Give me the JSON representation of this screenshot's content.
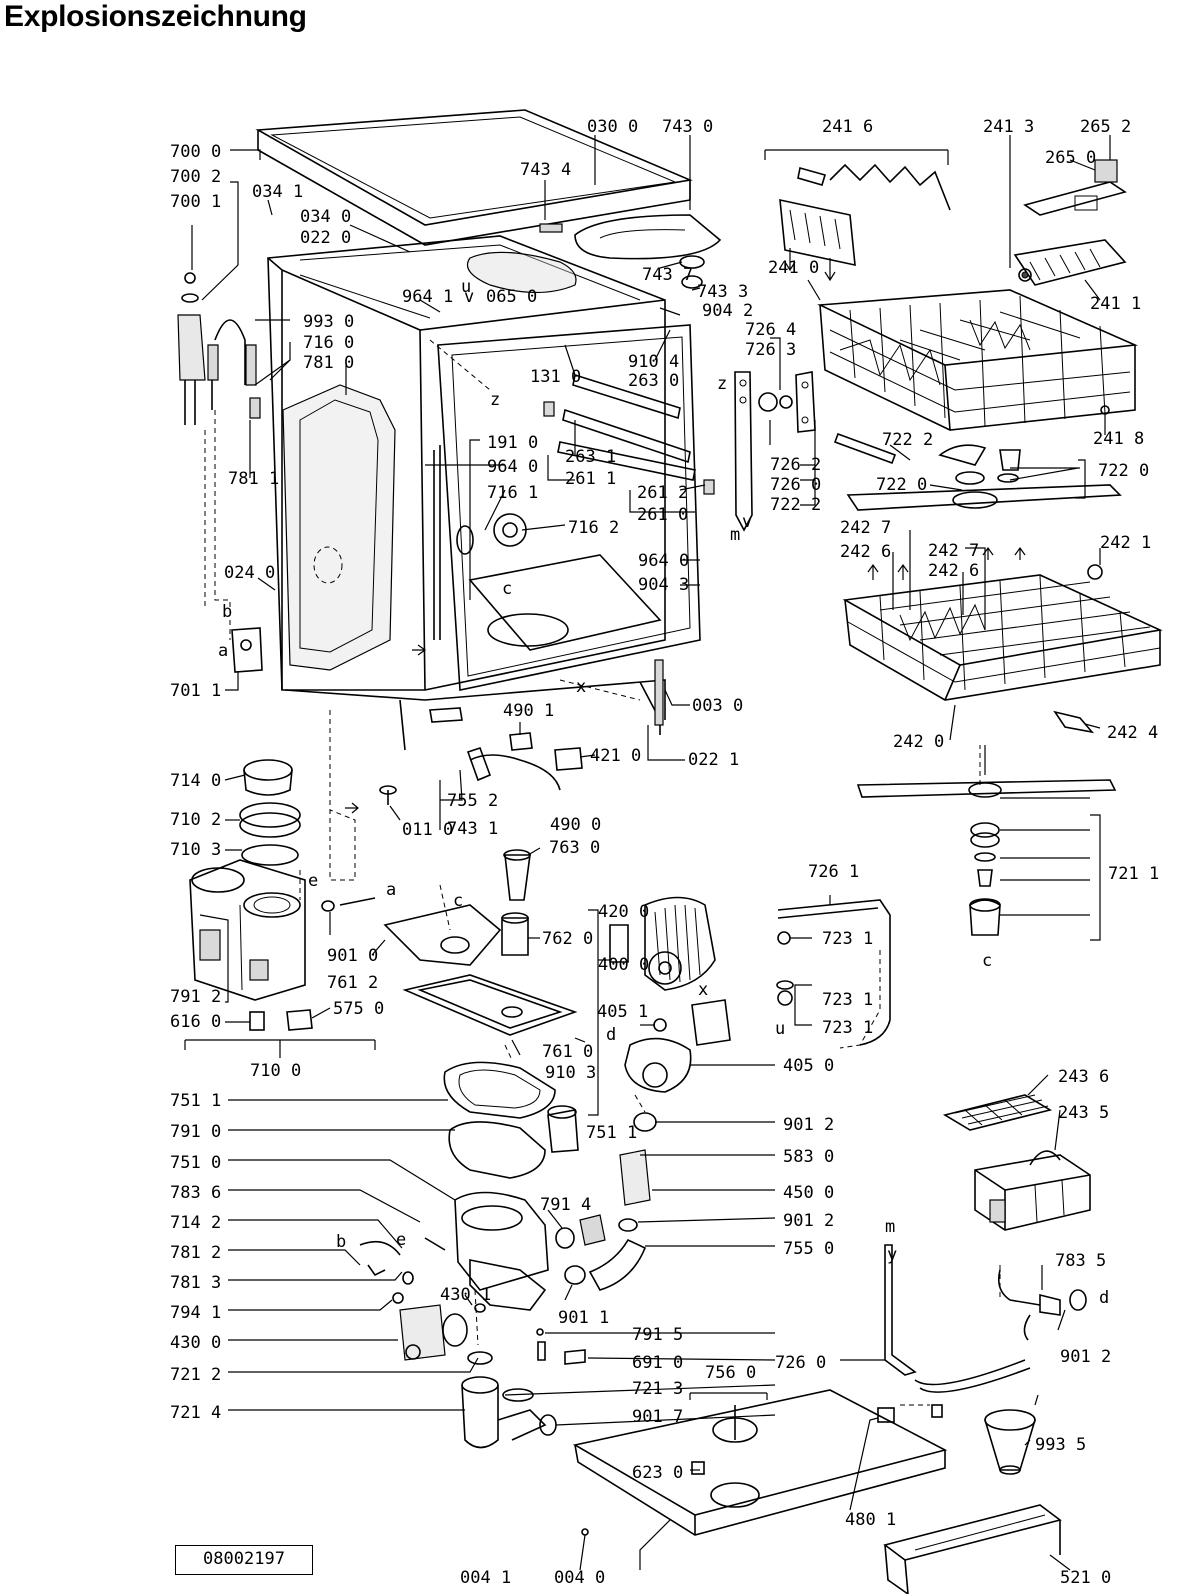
{
  "title": "Explosionszeichnung",
  "drawing_code": "08002197",
  "parts": [
    {
      "id": "p0300",
      "label": "030 0"
    },
    {
      "id": "p7430",
      "label": "743 0"
    },
    {
      "id": "p2416",
      "label": "241 6"
    },
    {
      "id": "p2413",
      "label": "241 3"
    },
    {
      "id": "p2652",
      "label": "265 2"
    },
    {
      "id": "p2650",
      "label": "265 0"
    },
    {
      "id": "p7000",
      "label": "700 0"
    },
    {
      "id": "p7002",
      "label": "700 2"
    },
    {
      "id": "p7001",
      "label": "700 1"
    },
    {
      "id": "p0341",
      "label": "034 1"
    },
    {
      "id": "p0340",
      "label": "034 0"
    },
    {
      "id": "p0220",
      "label": "022 0"
    },
    {
      "id": "p7434",
      "label": "743 4"
    },
    {
      "id": "p7437",
      "label": "743 7"
    },
    {
      "id": "p7433",
      "label": "743 3"
    },
    {
      "id": "p2410",
      "label": "241 0"
    },
    {
      "id": "p2411",
      "label": "241 1"
    },
    {
      "id": "p9641",
      "label": "964 1"
    },
    {
      "id": "p0650",
      "label": "065 0"
    },
    {
      "id": "p9042",
      "label": "904 2"
    },
    {
      "id": "p7264",
      "label": "726 4"
    },
    {
      "id": "p7263",
      "label": "726 3"
    },
    {
      "id": "p9930",
      "label": "993 0"
    },
    {
      "id": "p7160",
      "label": "716 0"
    },
    {
      "id": "p7810",
      "label": "781 0"
    },
    {
      "id": "p9104",
      "label": "910 4"
    },
    {
      "id": "p2630",
      "label": "263 0"
    },
    {
      "id": "p1310",
      "label": "131 0"
    },
    {
      "id": "p2418",
      "label": "241 8"
    },
    {
      "id": "p7222",
      "label": "722 2"
    },
    {
      "id": "p7220",
      "label": "722 0"
    },
    {
      "id": "p7811",
      "label": "781 1"
    },
    {
      "id": "p1910",
      "label": "191 0"
    },
    {
      "id": "p9640",
      "label": "964 0"
    },
    {
      "id": "p2631",
      "label": "263 1"
    },
    {
      "id": "p2611",
      "label": "261 1"
    },
    {
      "id": "p7161",
      "label": "716 1"
    },
    {
      "id": "p2612",
      "label": "261 2"
    },
    {
      "id": "p2610",
      "label": "261 0"
    },
    {
      "id": "p7162",
      "label": "716 2"
    },
    {
      "id": "p7262",
      "label": "726 2"
    },
    {
      "id": "p7260",
      "label": "726 0"
    },
    {
      "id": "p72222",
      "label": "722 2"
    },
    {
      "id": "p7220b",
      "label": "722 0"
    },
    {
      "id": "p2427",
      "label": "242 7"
    },
    {
      "id": "p2426",
      "label": "242 6"
    },
    {
      "id": "p2427b",
      "label": "242 7"
    },
    {
      "id": "p2426b",
      "label": "242 6"
    },
    {
      "id": "p2421",
      "label": "242 1"
    },
    {
      "id": "p9640b",
      "label": "964 0"
    },
    {
      "id": "p9043",
      "label": "904 3"
    },
    {
      "id": "p0240",
      "label": "024 0"
    },
    {
      "id": "p7011",
      "label": "701 1"
    },
    {
      "id": "p0030",
      "label": "003 0"
    },
    {
      "id": "p4901",
      "label": "490 1"
    },
    {
      "id": "p4210",
      "label": "421 0"
    },
    {
      "id": "p0221",
      "label": "022 1"
    },
    {
      "id": "p2420",
      "label": "242 0"
    },
    {
      "id": "p2424",
      "label": "242 4"
    },
    {
      "id": "p7140",
      "label": "714 0"
    },
    {
      "id": "p7102",
      "label": "710 2"
    },
    {
      "id": "p7103",
      "label": "710 3"
    },
    {
      "id": "p7552",
      "label": "755 2"
    },
    {
      "id": "p7431",
      "label": "743 1"
    },
    {
      "id": "p0110",
      "label": "011 0"
    },
    {
      "id": "p4900",
      "label": "490 0"
    },
    {
      "id": "p7630",
      "label": "763 0"
    },
    {
      "id": "p7211",
      "label": "721 1"
    },
    {
      "id": "p7261",
      "label": "726 1"
    },
    {
      "id": "p7231",
      "label": "723 1"
    },
    {
      "id": "p7231b",
      "label": "723 1"
    },
    {
      "id": "p7231c",
      "label": "723 1"
    },
    {
      "id": "p9010",
      "label": "901 0"
    },
    {
      "id": "p7612",
      "label": "761 2"
    },
    {
      "id": "p7620",
      "label": "762 0"
    },
    {
      "id": "p4200",
      "label": "420 0"
    },
    {
      "id": "p4000",
      "label": "400 0"
    },
    {
      "id": "p7912",
      "label": "791 2"
    },
    {
      "id": "p6160",
      "label": "616 0"
    },
    {
      "id": "p5750",
      "label": "575 0"
    },
    {
      "id": "p4051",
      "label": "405 1"
    },
    {
      "id": "p7610",
      "label": "761 0"
    },
    {
      "id": "p9103",
      "label": "910 3"
    },
    {
      "id": "p7100",
      "label": "710 0"
    },
    {
      "id": "p4050",
      "label": "405 0"
    },
    {
      "id": "p7511",
      "label": "751 1"
    },
    {
      "id": "p7910",
      "label": "791 0"
    },
    {
      "id": "p7510",
      "label": "751 0"
    },
    {
      "id": "p7836",
      "label": "783 6"
    },
    {
      "id": "p7142",
      "label": "714 2"
    },
    {
      "id": "p7812",
      "label": "781 2"
    },
    {
      "id": "p7813",
      "label": "781 3"
    },
    {
      "id": "p7941",
      "label": "794 1"
    },
    {
      "id": "p4300",
      "label": "430 0"
    },
    {
      "id": "p7212",
      "label": "721 2"
    },
    {
      "id": "p7214",
      "label": "721 4"
    },
    {
      "id": "p7511b",
      "label": "751 1"
    },
    {
      "id": "p9012",
      "label": "901 2"
    },
    {
      "id": "p5830",
      "label": "583 0"
    },
    {
      "id": "p4500",
      "label": "450 0"
    },
    {
      "id": "p9012b",
      "label": "901 2"
    },
    {
      "id": "p7550",
      "label": "755 0"
    },
    {
      "id": "p7914",
      "label": "791 4"
    },
    {
      "id": "p4301",
      "label": "430 1"
    },
    {
      "id": "p9011",
      "label": "901 1"
    },
    {
      "id": "p2436",
      "label": "243 6"
    },
    {
      "id": "p2435",
      "label": "243 5"
    },
    {
      "id": "p7835",
      "label": "783 5"
    },
    {
      "id": "p9012c",
      "label": "901 2"
    },
    {
      "id": "p7915",
      "label": "791 5"
    },
    {
      "id": "p6910",
      "label": "691 0"
    },
    {
      "id": "p7213",
      "label": "721 3"
    },
    {
      "id": "p9017",
      "label": "901 7"
    },
    {
      "id": "p7560",
      "label": "756 0"
    },
    {
      "id": "p7260b",
      "label": "726 0"
    },
    {
      "id": "p4801",
      "label": "480 1"
    },
    {
      "id": "p9935",
      "label": "993 5"
    },
    {
      "id": "p6230",
      "label": "623 0"
    },
    {
      "id": "p0041",
      "label": "004 1"
    },
    {
      "id": "p0040",
      "label": "004 0"
    },
    {
      "id": "p5210",
      "label": "521 0"
    }
  ],
  "markers": [
    {
      "id": "m_u1",
      "label": "u"
    },
    {
      "id": "m_v1",
      "label": "v"
    },
    {
      "id": "m_z1",
      "label": "z"
    },
    {
      "id": "m_z2",
      "label": "z"
    },
    {
      "id": "m_c1",
      "label": "c"
    },
    {
      "id": "m_x1",
      "label": "x"
    },
    {
      "id": "m_b1",
      "label": "b"
    },
    {
      "id": "m_a1",
      "label": "a"
    },
    {
      "id": "m_m1",
      "label": "m"
    },
    {
      "id": "m_v2",
      "label": "v"
    },
    {
      "id": "m_a2",
      "label": "a"
    },
    {
      "id": "m_e1",
      "label": "e"
    },
    {
      "id": "m_c2",
      "label": "c"
    },
    {
      "id": "m_c3",
      "label": "c"
    },
    {
      "id": "m_x2",
      "label": "x"
    },
    {
      "id": "m_d1",
      "label": "d"
    },
    {
      "id": "m_u2",
      "label": "u"
    },
    {
      "id": "m_b2",
      "label": "b"
    },
    {
      "id": "m_e2",
      "label": "e"
    },
    {
      "id": "m_m2",
      "label": "m"
    },
    {
      "id": "m_y1",
      "label": "y"
    },
    {
      "id": "m_d2",
      "label": "d"
    }
  ]
}
